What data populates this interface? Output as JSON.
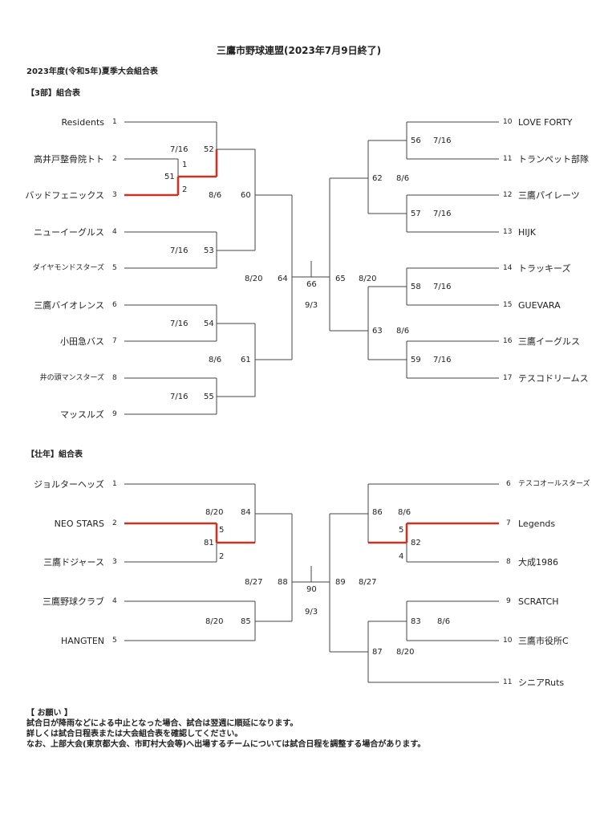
{
  "header": {
    "title": "三鷹市野球連盟(2023年7月9日終了)",
    "subtitle": "2023年度(令和5年)夏季大会組合表"
  },
  "div3": {
    "label": "【3部】組合表",
    "left_teams": [
      {
        "name": "Residents",
        "seed": "1"
      },
      {
        "name": "高井戸整骨院トト",
        "seed": "2"
      },
      {
        "name": "バッドフェニックス",
        "seed": "3"
      },
      {
        "name": "ニューイーグルス",
        "seed": "4"
      },
      {
        "name": "ダイヤモンドスターズ",
        "seed": "5"
      },
      {
        "name": "三鷹バイオレンス",
        "seed": "6"
      },
      {
        "name": "小田急バス",
        "seed": "7"
      },
      {
        "name": "井の頭マンスターズ",
        "seed": "8"
      },
      {
        "name": "マッスルズ",
        "seed": "9"
      }
    ],
    "right_teams": [
      {
        "seed": "10",
        "name": "LOVE FORTY"
      },
      {
        "seed": "11",
        "name": "トランペット部隊"
      },
      {
        "seed": "12",
        "name": "三鷹パイレーツ"
      },
      {
        "seed": "13",
        "name": "HIJK"
      },
      {
        "seed": "14",
        "name": "トラッキーズ"
      },
      {
        "seed": "15",
        "name": "GUEVARA"
      },
      {
        "seed": "16",
        "name": "三鷹イーグルス"
      },
      {
        "seed": "17",
        "name": "テスコドリームス"
      }
    ],
    "games": {
      "g51": {
        "no": "51",
        "score_top": "1",
        "score_bottom": "2"
      },
      "g52": {
        "no": "52",
        "date": "7/16"
      },
      "g53": {
        "no": "53",
        "date": "7/16"
      },
      "g54": {
        "no": "54",
        "date": "7/16"
      },
      "g55": {
        "no": "55",
        "date": "7/16"
      },
      "g56": {
        "no": "56",
        "date": "7/16"
      },
      "g57": {
        "no": "57",
        "date": "7/16"
      },
      "g58": {
        "no": "58",
        "date": "7/16"
      },
      "g59": {
        "no": "59",
        "date": "7/16"
      },
      "g60": {
        "no": "60",
        "date": "8/6"
      },
      "g61": {
        "no": "61",
        "date": "8/6"
      },
      "g62": {
        "no": "62",
        "date": "8/6"
      },
      "g63": {
        "no": "63",
        "date": "8/6"
      },
      "g64": {
        "no": "64",
        "date": "8/20"
      },
      "g65": {
        "no": "65",
        "date": "8/20"
      },
      "g66": {
        "no": "66",
        "date": "9/3"
      }
    }
  },
  "senior": {
    "label": "【壮年】組合表",
    "left_teams": [
      {
        "name": "ジョルターヘッズ",
        "seed": "1"
      },
      {
        "name": "NEO STARS",
        "seed": "2"
      },
      {
        "name": "三鷹ドジャース",
        "seed": "3"
      },
      {
        "name": "三鷹野球クラブ",
        "seed": "4"
      },
      {
        "name": "HANGTEN",
        "seed": "5"
      }
    ],
    "right_teams": [
      {
        "seed": "6",
        "name": "テスコオールスターズ"
      },
      {
        "seed": "7",
        "name": "Legends"
      },
      {
        "seed": "8",
        "name": "大成1986"
      },
      {
        "seed": "9",
        "name": "SCRATCH"
      },
      {
        "seed": "10",
        "name": "三鷹市役所C"
      },
      {
        "seed": "11",
        "name": "シニアRuts"
      }
    ],
    "games": {
      "g81": {
        "no": "81",
        "score_top": "5",
        "score_bottom": "2"
      },
      "g82": {
        "no": "82",
        "score_top": "5",
        "score_bottom": "4"
      },
      "g83": {
        "no": "83",
        "date": "8/6"
      },
      "g84": {
        "no": "84",
        "date": "8/20"
      },
      "g85": {
        "no": "85",
        "date": "8/20"
      },
      "g86": {
        "no": "86",
        "date": "8/6"
      },
      "g87": {
        "no": "87",
        "date": "8/20"
      },
      "g88": {
        "no": "88",
        "date": "8/27"
      },
      "g89": {
        "no": "89",
        "date": "8/27"
      },
      "g90": {
        "no": "90",
        "date": "9/3"
      }
    }
  },
  "notes": {
    "heading": "【 お願い 】",
    "line1": "試合日が降雨などによる中止となった場合、試合は翌週に順延になります。",
    "line2": "詳しくは試合日程表または大会組合表を確認してください。",
    "line3": "なお、上部大会(東京都大会、市町村大会等)へ出場するチームについては試合日程を調整する場合があります。"
  },
  "colors": {
    "winner_line": "#cc3322",
    "bracket_line": "#444444"
  }
}
